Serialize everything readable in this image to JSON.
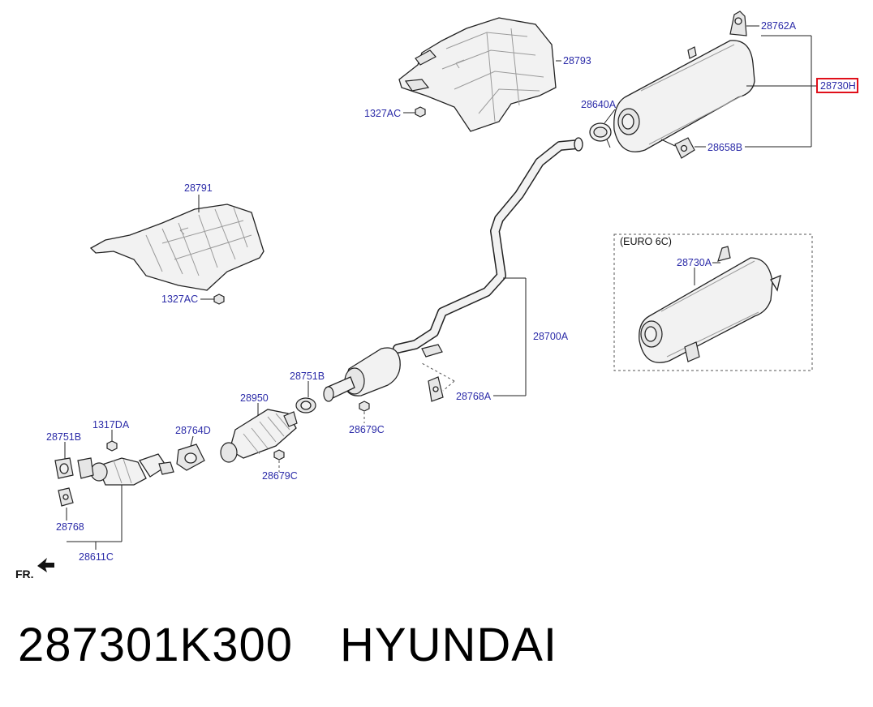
{
  "labels": {
    "heat_shield_upper": "28793",
    "bolt_upper": "1327AC",
    "heat_shield_lower": "28791",
    "bolt_lower": "1327AC",
    "hanger_top": "28762A",
    "muffler_assy": "28730H",
    "clamp": "28640A",
    "hanger_rear": "28658B",
    "euro": "(EURO 6C)",
    "muffler_euro": "28730A",
    "center_pipe": "28700A",
    "hanger_mid": "28768A",
    "gasket_mid": "28751B",
    "nut_mid": "28679C",
    "catalyst": "28950",
    "gasket_cat": "28764D",
    "nut_cat": "28679C",
    "bolt_front": "1317DA",
    "gasket_front": "28751B",
    "hanger_front": "28768",
    "front_pipe": "28611C",
    "front_mark": "FR."
  },
  "caption": {
    "part_number": "287301K300",
    "brand": "HYUNDAI"
  },
  "colors": {
    "label": "#2b2ba8",
    "highlight_box": "#e0101a"
  }
}
